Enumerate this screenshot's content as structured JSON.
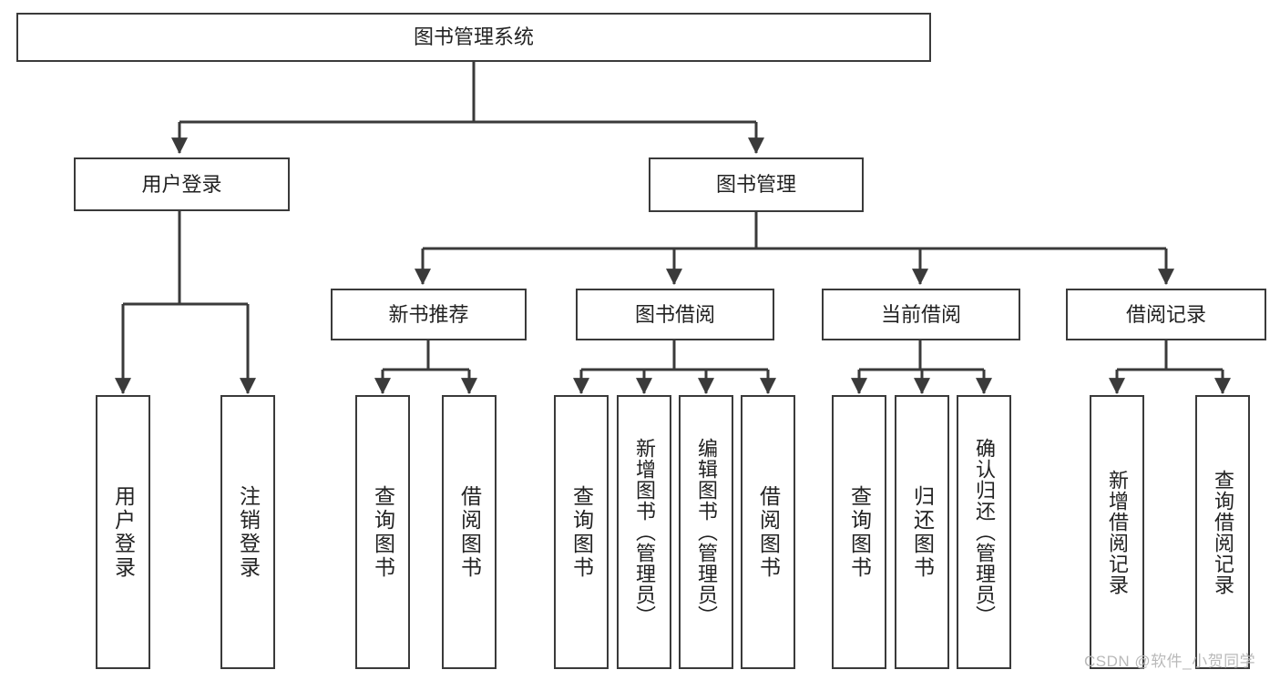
{
  "diagram": {
    "title": "图书管理系统",
    "type": "tree",
    "orientation": "top-down",
    "line_color": "#3a3a3a",
    "box_fill": "#ffffff",
    "text_color": "#222222",
    "watermark": "CSDN @软件_小贺同学"
  },
  "nodes": {
    "root": {
      "label": "图书管理系统"
    },
    "level2": [
      {
        "label": "用户登录"
      },
      {
        "label": "图书管理"
      }
    ],
    "level3": [
      {
        "label": "新书推荐"
      },
      {
        "label": "图书借阅"
      },
      {
        "label": "当前借阅"
      },
      {
        "label": "借阅记录"
      }
    ],
    "leaves": {
      "user_login": [
        {
          "label": "用户登录"
        },
        {
          "label": "注销登录"
        }
      ],
      "new_book_recommend": [
        {
          "label": "查询图书"
        },
        {
          "label": "借阅图书"
        }
      ],
      "book_borrow": [
        {
          "label": "查询图书"
        },
        {
          "label": "新增图书（管理员）"
        },
        {
          "label": "编辑图书（管理员）"
        },
        {
          "label": "借阅图书"
        }
      ],
      "current_borrow": [
        {
          "label": "查询图书"
        },
        {
          "label": "归还图书"
        },
        {
          "label": "确认归还（管理员）"
        }
      ],
      "borrow_record": [
        {
          "label": "新增借阅记录"
        },
        {
          "label": "查询借阅记录"
        }
      ]
    }
  }
}
